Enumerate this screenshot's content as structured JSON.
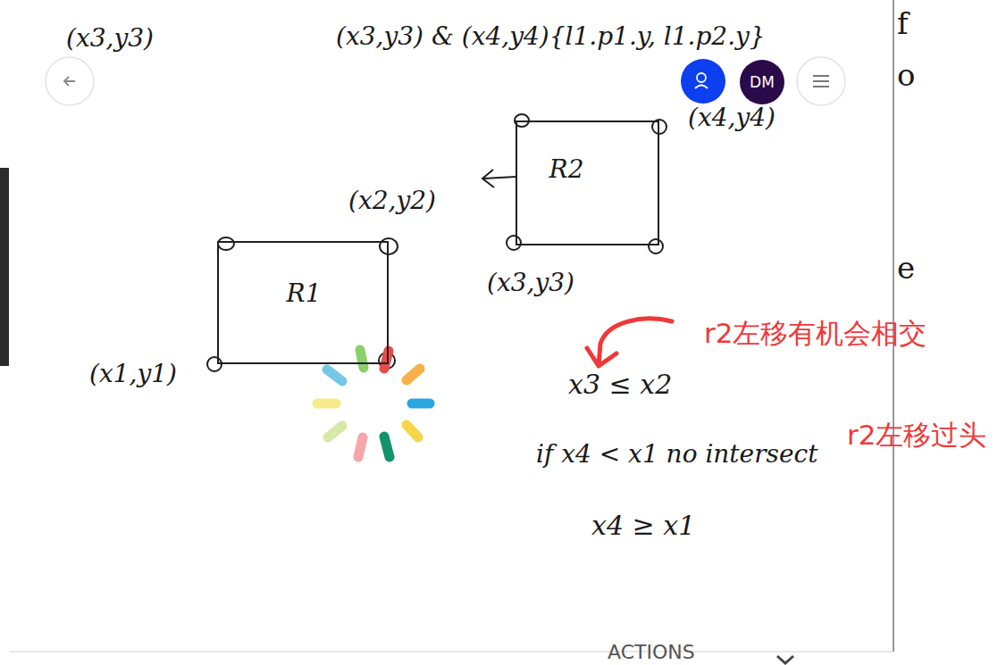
{
  "diagram": {
    "nodes": [
      {
        "text": [
          "R2"
        ]
      },
      {
        "text": [
          "R1"
        ]
      }
    ],
    "labels": [
      "(x3,y3)",
      "(x3,y3) & (x4,y4){l1.p1.y, l1.p2.y}",
      "DM",
      "(x4,y4)",
      "(x2,y2)",
      "(x3,y3)",
      "r2左移有机会相交",
      "(x1,y1)",
      "x3 ≤ x2",
      "if x4 < x1 no intersect",
      "r2左移过头",
      "x4 ≥ x1",
      "ACTIONS",
      "f",
      "o",
      "e"
    ]
  }
}
